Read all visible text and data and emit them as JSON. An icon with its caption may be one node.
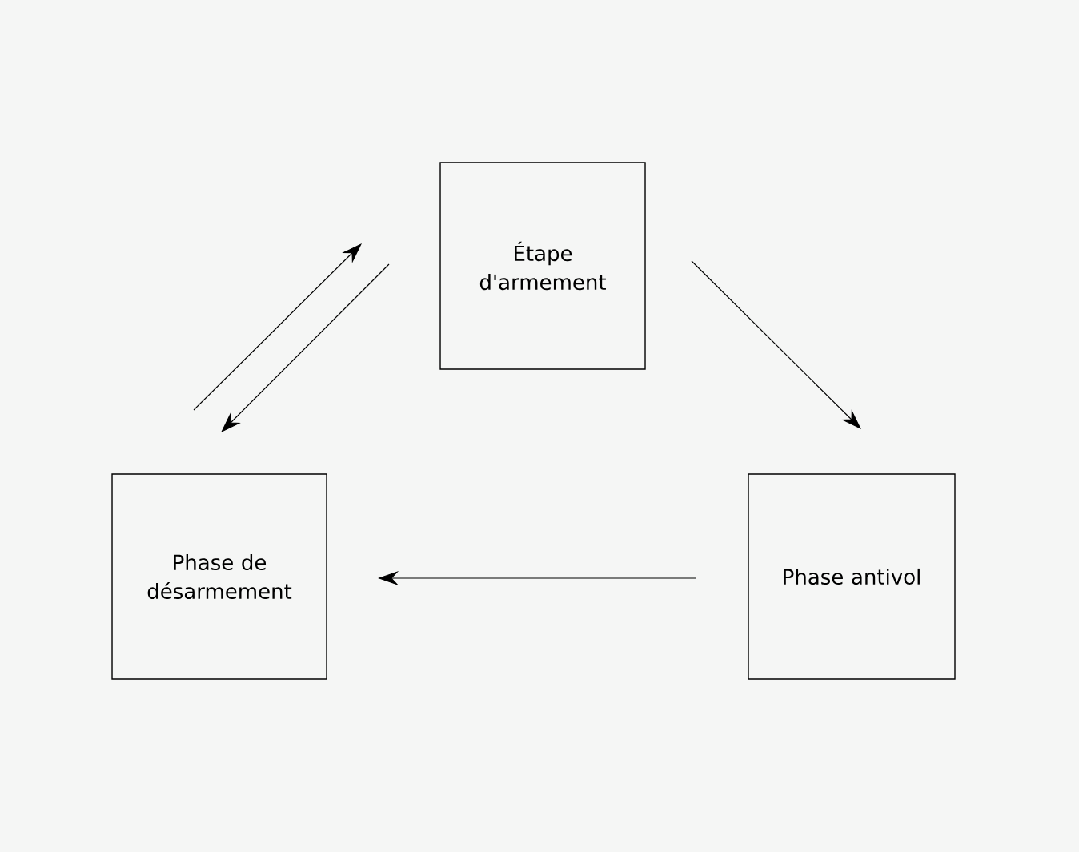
{
  "diagram": {
    "nodes": [
      {
        "text": [
          "Étape d'armement"
        ]
      },
      {
        "text": [
          "Phase antivol"
        ]
      },
      {
        "text": [
          "Phase de désarmement"
        ]
      }
    ],
    "edges": [
      {
        "from": 0,
        "to": 1,
        "arrow": "to"
      },
      {
        "from": 1,
        "to": 2,
        "arrow": "to"
      },
      {
        "from": 2,
        "to": 0,
        "arrow": "to"
      },
      {
        "from": 0,
        "to": 2,
        "arrow": "to"
      }
    ]
  }
}
